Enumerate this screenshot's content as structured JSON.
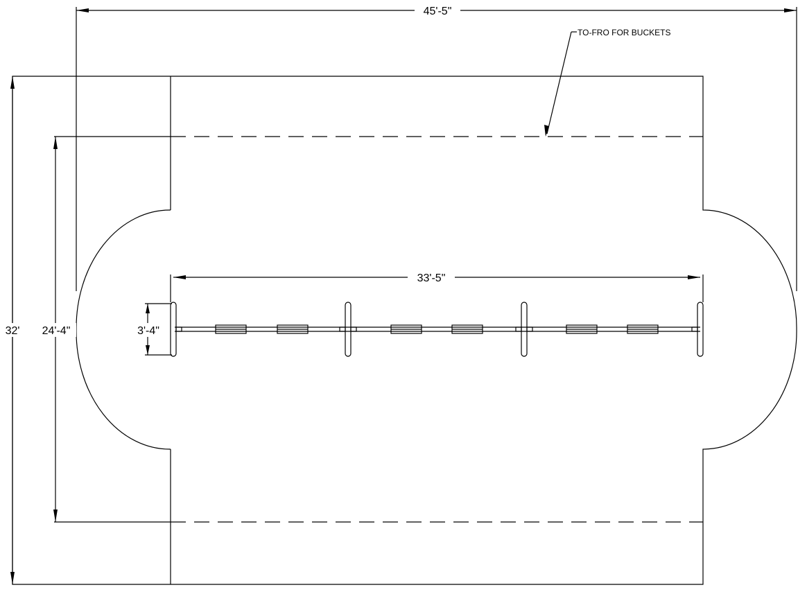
{
  "drawing": {
    "overall_width_dim": "45'-5\"",
    "overall_height_dim": "32'",
    "track_height_dim": "24'-4\"",
    "machine_length_dim": "33'-5\"",
    "bucket_width_dim": "3'-4\"",
    "callout_label": "TO-FRO FOR BUCKETS",
    "line_color": "#000000",
    "background_color": "#ffffff"
  }
}
